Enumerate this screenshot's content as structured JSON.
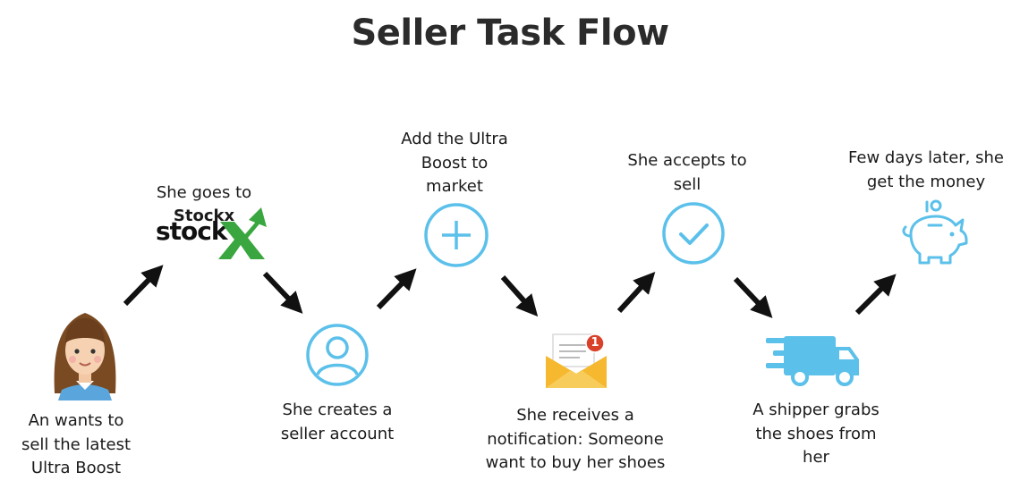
{
  "title": "Seller Task Flow",
  "steps": [
    {
      "text": "An wants to\nsell the latest\nUltra Boost",
      "icon": "girl-avatar-icon"
    },
    {
      "text": "She goes to",
      "bold": "Stockx",
      "logo_text": "stock",
      "icon": "stockx-logo"
    },
    {
      "text": "She creates a\nseller account",
      "icon": "user-profile-icon"
    },
    {
      "text": "Add the Ultra\nBoost to\nmarket",
      "icon": "plus-circle-icon"
    },
    {
      "text": "She receives a\nnotification: Someone\nwant to buy her shoes",
      "icon": "mail-notification-icon",
      "badge": "1"
    },
    {
      "text": "She accepts to\nsell",
      "icon": "check-circle-icon"
    },
    {
      "text": "A shipper grabs\nthe shoes from\nher",
      "icon": "delivery-truck-icon"
    },
    {
      "text": "Few days later, she\nget the money",
      "icon": "piggy-bank-icon"
    }
  ],
  "colors": {
    "icon_blue": "#5bc0ea",
    "arrow": "#111111",
    "stockx_green": "#3aa640",
    "mail_yellow": "#f5b82e",
    "badge_red": "#d9412b"
  }
}
